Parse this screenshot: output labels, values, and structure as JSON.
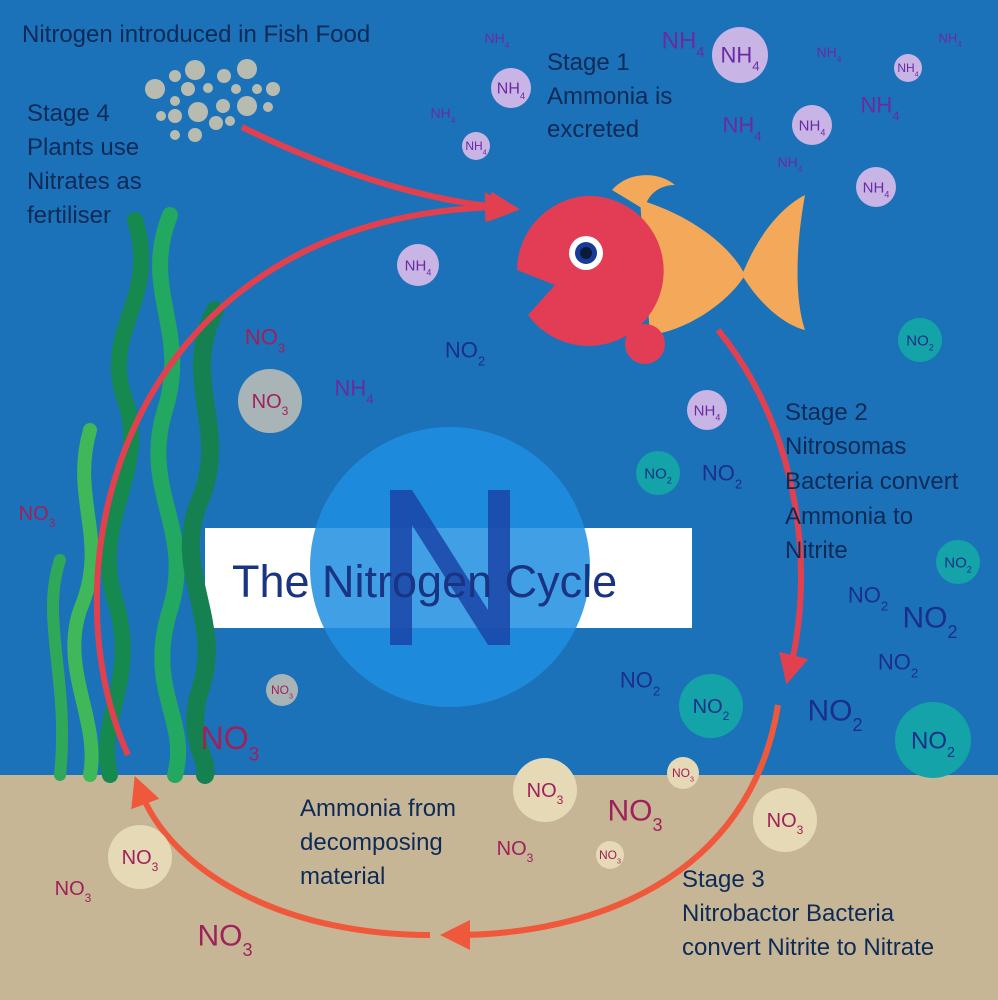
{
  "title": "The Nitrogen Cycle",
  "center_letter": "N",
  "labels": {
    "food": "Nitrogen introduced in Fish Food",
    "stage1": [
      "Stage 1",
      "Ammonia is",
      "excreted"
    ],
    "stage2": [
      "Stage 2",
      "Nitrosomas",
      "Bacteria convert",
      "Ammonia to",
      "Nitrite"
    ],
    "stage3": [
      "Stage 3",
      "Nitrobactor Bacteria",
      "convert Nitrite to Nitrate"
    ],
    "stage4": [
      "Stage 4",
      "Plants use",
      "Nitrates as",
      "fertiliser"
    ],
    "decomposing": [
      "Ammonia from",
      "decomposing",
      "material"
    ]
  },
  "molecules": [
    {
      "base": "NH",
      "sub": "4"
    },
    {
      "base": "NH",
      "sub": "4"
    },
    {
      "base": "NH",
      "sub": "4"
    },
    {
      "base": "NH",
      "sub": "4"
    },
    {
      "base": "NH",
      "sub": "4"
    },
    {
      "base": "NH",
      "sub": "4"
    },
    {
      "base": "NH",
      "sub": "4"
    },
    {
      "base": "NH",
      "sub": "4"
    },
    {
      "base": "NH",
      "sub": "4"
    },
    {
      "base": "NH",
      "sub": "4"
    },
    {
      "base": "NH",
      "sub": "4"
    },
    {
      "base": "NH",
      "sub": "4"
    },
    {
      "base": "NH",
      "sub": "4"
    },
    {
      "base": "NH",
      "sub": "4"
    },
    {
      "base": "NH",
      "sub": "4"
    },
    {
      "base": "NH",
      "sub": "4"
    },
    {
      "base": "NH",
      "sub": "4"
    },
    {
      "base": "NO",
      "sub": "3"
    },
    {
      "base": "NO",
      "sub": "3"
    },
    {
      "base": "NO",
      "sub": "3"
    },
    {
      "base": "NO",
      "sub": "3"
    },
    {
      "base": "NO",
      "sub": "3"
    },
    {
      "base": "NO",
      "sub": "3"
    },
    {
      "base": "NO",
      "sub": "3"
    },
    {
      "base": "NO",
      "sub": "3"
    },
    {
      "base": "NO",
      "sub": "3"
    },
    {
      "base": "NO",
      "sub": "3"
    },
    {
      "base": "NO",
      "sub": "3"
    },
    {
      "base": "NO",
      "sub": "3"
    },
    {
      "base": "NO",
      "sub": "3"
    },
    {
      "base": "NO",
      "sub": "3"
    },
    {
      "base": "NO",
      "sub": "2"
    },
    {
      "base": "NO",
      "sub": "2"
    },
    {
      "base": "NO",
      "sub": "2"
    },
    {
      "base": "NO",
      "sub": "2"
    },
    {
      "base": "NO",
      "sub": "2"
    },
    {
      "base": "NO",
      "sub": "2"
    },
    {
      "base": "NO",
      "sub": "2"
    },
    {
      "base": "NO",
      "sub": "2"
    },
    {
      "base": "NO",
      "sub": "2"
    },
    {
      "base": "NO",
      "sub": "2"
    },
    {
      "base": "NO",
      "sub": "2"
    },
    {
      "base": "NO",
      "sub": "2"
    }
  ],
  "colors": {
    "water": "#1c72b8",
    "sand": "#c6b696",
    "arrow": "#e3404f",
    "arrow_bottom": "#f0583c",
    "fish_body": "#e23d55",
    "fish_fin": "#f4a85a",
    "ammonia": "#6a2aa0",
    "nitrite": "#1a2f8a",
    "nitrate": "#a0205a"
  }
}
